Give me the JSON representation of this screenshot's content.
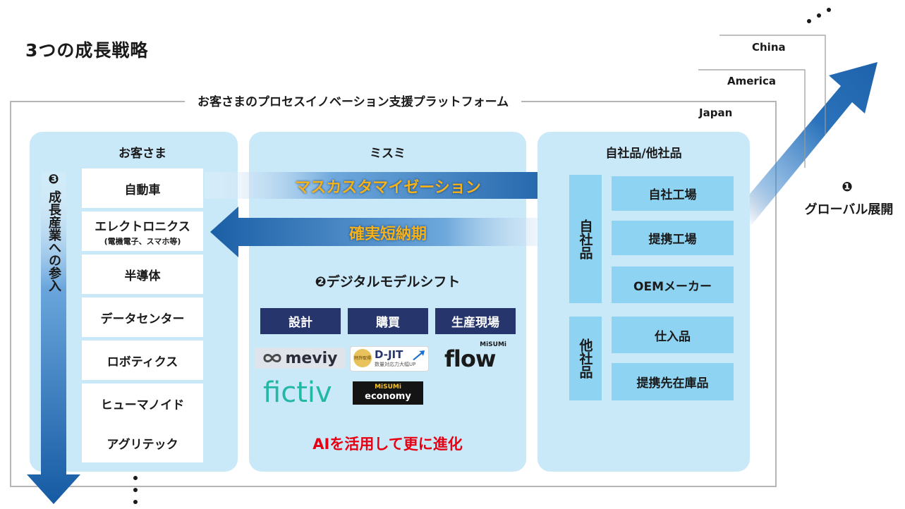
{
  "title": "3つの成長戦略",
  "platform_label": "お客さまのプロセスイノベーション支援プラットフォーム",
  "customers": {
    "title": "お客さま",
    "strategy_number": "❸",
    "strategy_label": "成長産業への参入",
    "industries": [
      {
        "label": "自動車",
        "sub": ""
      },
      {
        "label": "エレクトロニクス",
        "sub": "(電機電子、スマホ等)"
      },
      {
        "label": "半導体",
        "sub": ""
      },
      {
        "label": "データセンター",
        "sub": ""
      },
      {
        "label": "ロボティクス",
        "sub": ""
      },
      {
        "label": "ヒューマノイド",
        "sub": ""
      },
      {
        "label": "アグリテック",
        "sub": ""
      }
    ]
  },
  "misumi": {
    "title": "ミスミ",
    "arrow_right_label": "マスカスタマイゼーション",
    "arrow_left_label": "確実短納期",
    "digital_shift": "❷デジタルモデルシフト",
    "categories": [
      "設計",
      "購買",
      "生産現場"
    ],
    "logos": {
      "meviy": "meviy",
      "djit": "D-JIT",
      "djit_badge": "特許取得",
      "djit_sub": "数量対応力大幅UP",
      "flow": "flow",
      "flow_brand": "MiSUMi",
      "fictiv": "fictiv",
      "economy_brand": "MiSUMi",
      "economy": "economy"
    },
    "ai_label": "AIを活用して更に進化"
  },
  "products": {
    "title": "自社品/他社品",
    "own_label": "自社品",
    "own_items": [
      "自社工場",
      "提携工場",
      "OEMメーカー"
    ],
    "other_label": "他社品",
    "other_items": [
      "仕入品",
      "提携先在庫品"
    ]
  },
  "global": {
    "regions": [
      "Japan",
      "America",
      "China"
    ],
    "strategy_number": "❶",
    "strategy_label": "グローバル展開"
  },
  "colors": {
    "panel_bg": "#c9e8f8",
    "box_blue": "#8ed4f2",
    "navy": "#26366d",
    "arrow_blue": "#1b5fa6",
    "arrow_label_orange": "#f5b21b",
    "ai_red": "#e60012"
  }
}
